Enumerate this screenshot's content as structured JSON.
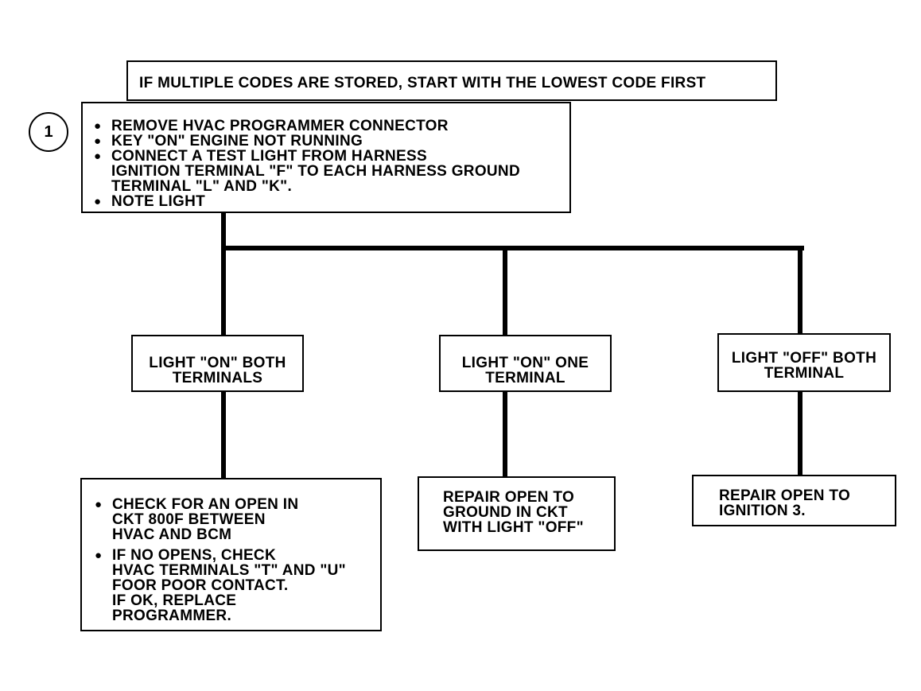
{
  "header": {
    "note": "IF MULTIPLE CODES ARE STORED, START WITH THE LOWEST CODE FIRST"
  },
  "step": {
    "number": "1",
    "items": [
      "REMOVE HVAC PROGRAMMER CONNECTOR",
      "KEY \"ON\" ENGINE NOT RUNNING",
      "CONNECT A TEST LIGHT FROM HARNESS\nIGNITION TERMINAL \"F\" TO EACH HARNESS GROUND\nTERMINAL \"L\" AND \"K\".",
      "NOTE LIGHT"
    ]
  },
  "results": [
    {
      "label": "LIGHT \"ON\" BOTH\nTERMINALS"
    },
    {
      "label": "LIGHT \"ON\" ONE\nTERMINAL"
    },
    {
      "label": "LIGHT \"OFF\" BOTH\nTERMINAL"
    }
  ],
  "actions": [
    {
      "items": [
        "CHECK FOR AN OPEN IN\nCKT 800F BETWEEN\nHVAC AND BCM",
        "IF NO OPENS, CHECK\nHVAC TERMINALS \"T\" AND \"U\"\nFOOR POOR CONTACT.\nIF OK, REPLACE\nPROGRAMMER."
      ]
    },
    {
      "text": "REPAIR OPEN TO\nGROUND IN CKT\nWITH LIGHT \"OFF\""
    },
    {
      "text": "REPAIR OPEN TO\nIGNITION 3."
    }
  ]
}
